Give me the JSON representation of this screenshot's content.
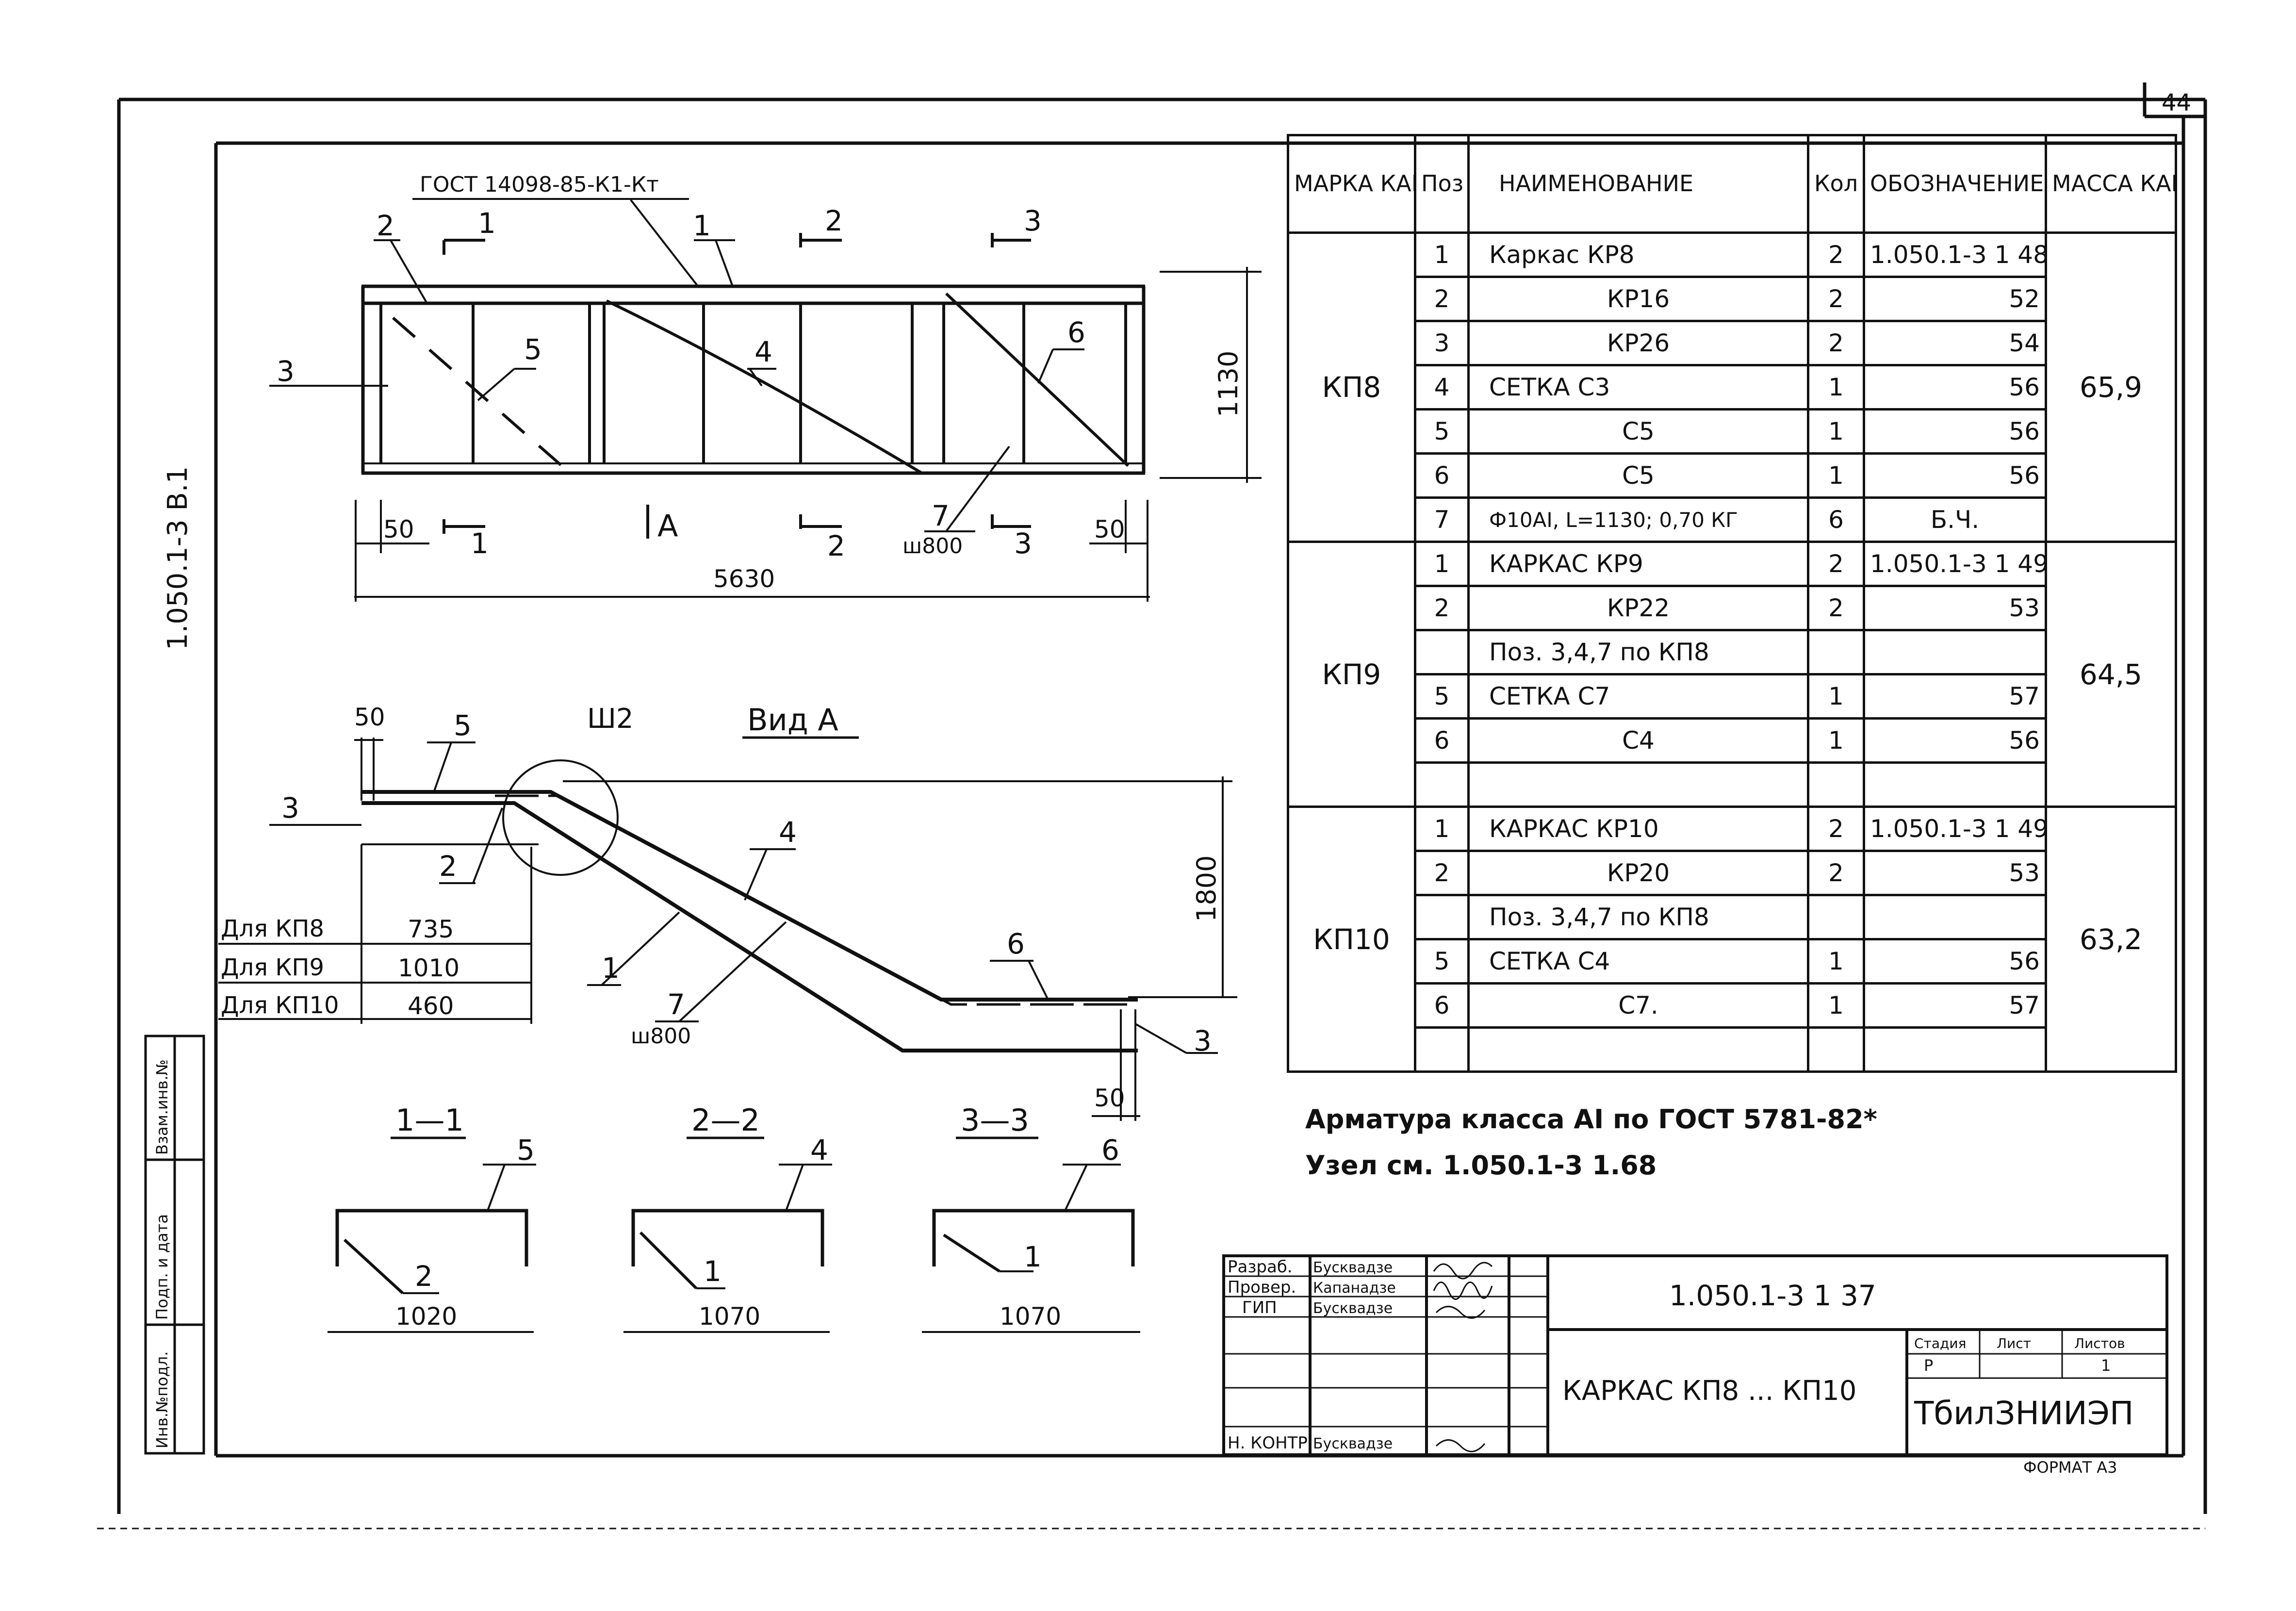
{
  "sheet": {
    "page_number": "44",
    "side_code": "1.050.1-3 В.1",
    "format_label": "ФОРМАТ А3"
  },
  "main_view": {
    "gost_note": "ГОСТ 14098-85-К1-Кт",
    "arrow_a": "А",
    "positions": [
      "1",
      "2",
      "3",
      "4",
      "5",
      "6",
      "7"
    ],
    "section_marks": [
      "1",
      "2",
      "3"
    ],
    "step_note": "ш800",
    "dim_top": "50",
    "dim_right_end": "50",
    "dim_length": "5630",
    "dim_height": "1130"
  },
  "view_a": {
    "title": "Вид А",
    "detail_label": "Ш2",
    "dim_top": "50",
    "dim_height": "1800",
    "dim_bottom": "50",
    "step_note": "ш800",
    "variants": [
      {
        "label": "Для КП8",
        "value": "735"
      },
      {
        "label": "Для КП9",
        "value": "1010"
      },
      {
        "label": "Для КП10",
        "value": "460"
      }
    ]
  },
  "sections": [
    {
      "title": "1—1",
      "top_pos": "5",
      "diag_pos": "2",
      "width": "1020"
    },
    {
      "title": "2—2",
      "top_pos": "4",
      "diag_pos": "1",
      "width": "1070"
    },
    {
      "title": "3—3",
      "top_pos": "6",
      "diag_pos": "1",
      "width": "1070"
    }
  ],
  "spec_table": {
    "headers": {
      "mark": "МАРКА КАРКАСА",
      "pos": "Поз",
      "name": "НАИМЕНОВАНИЕ",
      "qty": "Кол",
      "doc": "ОБОЗНАЧЕНИЕ ДОКУМЕНТА",
      "mass": "МАССА КАРКАСА КГ"
    },
    "groups": [
      {
        "mark": "КП8",
        "mass": "65,9",
        "rows": [
          {
            "pos": "1",
            "name": "Каркас КР8",
            "qty": "2",
            "doc": "1.050.1-3 1 48"
          },
          {
            "pos": "2",
            "name": "КР16",
            "qty": "2",
            "doc": "52"
          },
          {
            "pos": "3",
            "name": "КР26",
            "qty": "2",
            "doc": "54"
          },
          {
            "pos": "4",
            "name": "СЕТКА С3",
            "qty": "1",
            "doc": "56"
          },
          {
            "pos": "5",
            "name": "С5",
            "qty": "1",
            "doc": "56"
          },
          {
            "pos": "6",
            "name": "С5",
            "qty": "1",
            "doc": "56"
          },
          {
            "pos": "7",
            "name": "Ф10АI, L=1130; 0,70 КГ",
            "qty": "6",
            "doc": "Б.Ч."
          }
        ]
      },
      {
        "mark": "КП9",
        "mass": "64,5",
        "rows": [
          {
            "pos": "1",
            "name": "КАРКАС КР9",
            "qty": "2",
            "doc": "1.050.1-3 1 49"
          },
          {
            "pos": "2",
            "name": "КР22",
            "qty": "2",
            "doc": "53"
          },
          {
            "pos": "",
            "name": "Поз. 3,4,7 по КП8",
            "qty": "",
            "doc": ""
          },
          {
            "pos": "5",
            "name": "СЕТКА С7",
            "qty": "1",
            "doc": "57"
          },
          {
            "pos": "6",
            "name": "С4",
            "qty": "1",
            "doc": "56"
          },
          {
            "pos": "",
            "name": "",
            "qty": "",
            "doc": ""
          }
        ]
      },
      {
        "mark": "КП10",
        "mass": "63,2",
        "rows": [
          {
            "pos": "1",
            "name": "КАРКАС КР10",
            "qty": "2",
            "doc": "1.050.1-3 1 49"
          },
          {
            "pos": "2",
            "name": "КР20",
            "qty": "2",
            "doc": "53"
          },
          {
            "pos": "",
            "name": "Поз. 3,4,7 по КП8",
            "qty": "",
            "doc": ""
          },
          {
            "pos": "5",
            "name": "СЕТКА С4",
            "qty": "1",
            "doc": "56"
          },
          {
            "pos": "6",
            "name": "С7.",
            "qty": "1",
            "doc": "57"
          },
          {
            "pos": "",
            "name": "",
            "qty": "",
            "doc": ""
          }
        ]
      }
    ]
  },
  "notes": {
    "line1": "Арматура класса АI по ГОСТ 5781-82*",
    "line2": "Узел см. 1.050.1-3 1.68"
  },
  "title_block": {
    "roles": [
      "Разраб.",
      "Провер.",
      "ГИП",
      "",
      "",
      "Н. КОНТР."
    ],
    "names": [
      "Бусквадзе",
      "Капанадзе",
      "Бусквадзе",
      "",
      "",
      "Бусквадзе"
    ],
    "doc_code": "1.050.1-3 1 37",
    "title": "КАРКАС КП8 ... КП10",
    "stage_label": "Стадия",
    "sheet_label": "Лист",
    "sheets_label": "Листов",
    "stage_value": "Р",
    "sheets_value": "1",
    "org": "ТбилЗНИИЭП"
  },
  "left_stamp": [
    "Инв.№подл.",
    "Подп. и дата",
    "Взам.инв.№"
  ]
}
